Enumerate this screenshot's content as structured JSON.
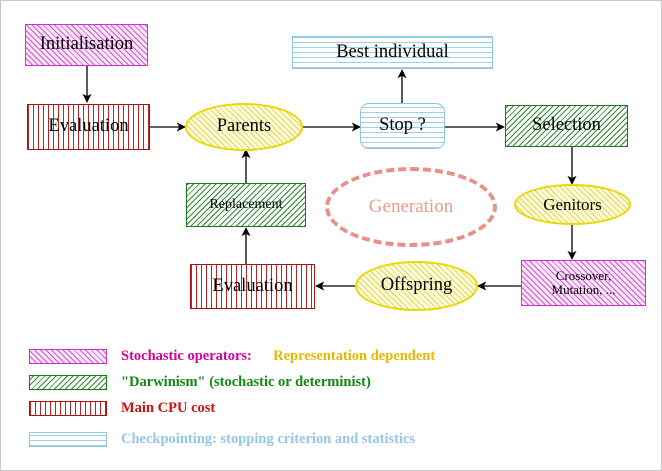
{
  "diagram": {
    "title": "Evolutionary algorithm cycle",
    "nodes": [
      {
        "id": "initialisation",
        "label": "Initialisation",
        "shape": "rect",
        "style": "magenta",
        "font_size": 18.5
      },
      {
        "id": "evaluation_top",
        "label": "Evaluation",
        "shape": "rect",
        "style": "red",
        "font_size": 18.5
      },
      {
        "id": "parents",
        "label": "Parents",
        "shape": "ellipse",
        "style": "yellow",
        "font_size": 18.5
      },
      {
        "id": "best_individual",
        "label": "Best individual",
        "shape": "rect",
        "style": "blue",
        "font_size": 18.5
      },
      {
        "id": "stop",
        "label": "Stop ?",
        "shape": "rounded-rect",
        "style": "blue",
        "font_size": 18.5
      },
      {
        "id": "selection",
        "label": "Selection",
        "shape": "rect",
        "style": "green",
        "font_size": 18.5
      },
      {
        "id": "genitors",
        "label": "Genitors",
        "shape": "ellipse",
        "style": "yellow",
        "font_size": 17
      },
      {
        "id": "crossover",
        "label": "Crossover,\nMutation, ...",
        "shape": "rect",
        "style": "magenta",
        "font_size": 13
      },
      {
        "id": "offspring",
        "label": "Offspring",
        "shape": "ellipse",
        "style": "yellow",
        "font_size": 18.5
      },
      {
        "id": "evaluation_bot",
        "label": "Evaluation",
        "shape": "rect",
        "style": "red",
        "font_size": 18.5
      },
      {
        "id": "replacement",
        "label": "Replacement",
        "shape": "rect",
        "style": "green",
        "font_size": 14
      },
      {
        "id": "generation",
        "label": "Generation",
        "shape": "dashed-ellipse",
        "style": "salmon",
        "font_size": 19
      }
    ],
    "edges": [
      {
        "from": "initialisation",
        "to": "evaluation_top"
      },
      {
        "from": "evaluation_top",
        "to": "parents"
      },
      {
        "from": "parents",
        "to": "stop"
      },
      {
        "from": "stop",
        "to": "best_individual"
      },
      {
        "from": "stop",
        "to": "selection"
      },
      {
        "from": "selection",
        "to": "genitors"
      },
      {
        "from": "genitors",
        "to": "crossover"
      },
      {
        "from": "crossover",
        "to": "offspring"
      },
      {
        "from": "offspring",
        "to": "evaluation_bot"
      },
      {
        "from": "evaluation_bot",
        "to": "replacement"
      },
      {
        "from": "replacement",
        "to": "parents"
      }
    ]
  },
  "legend": {
    "rows": [
      {
        "swatch": "magenta",
        "text": "Stochastic operators:",
        "text2": "Representation dependent"
      },
      {
        "swatch": "green",
        "text": "\"Darwinism\" (stochastic or determinist)",
        "text2": ""
      },
      {
        "swatch": "red",
        "text": "Main CPU cost",
        "text2": ""
      },
      {
        "swatch": "blue",
        "text": "Checkpointing: stopping criterion and statistics",
        "text2": ""
      }
    ]
  },
  "colors": {
    "magenta": "#cc33cc",
    "magenta_text": "#d6009a",
    "gold_text": "#e8b800",
    "green": "#1a7a1a",
    "green_text": "#118811",
    "red": "#aa1111",
    "red_text": "#cc1111",
    "blue": "#8fc4e0",
    "blue_text": "#93c7e8",
    "yellow": "#e8d800",
    "salmon": "#ea8f86",
    "arrow": "#000000"
  }
}
